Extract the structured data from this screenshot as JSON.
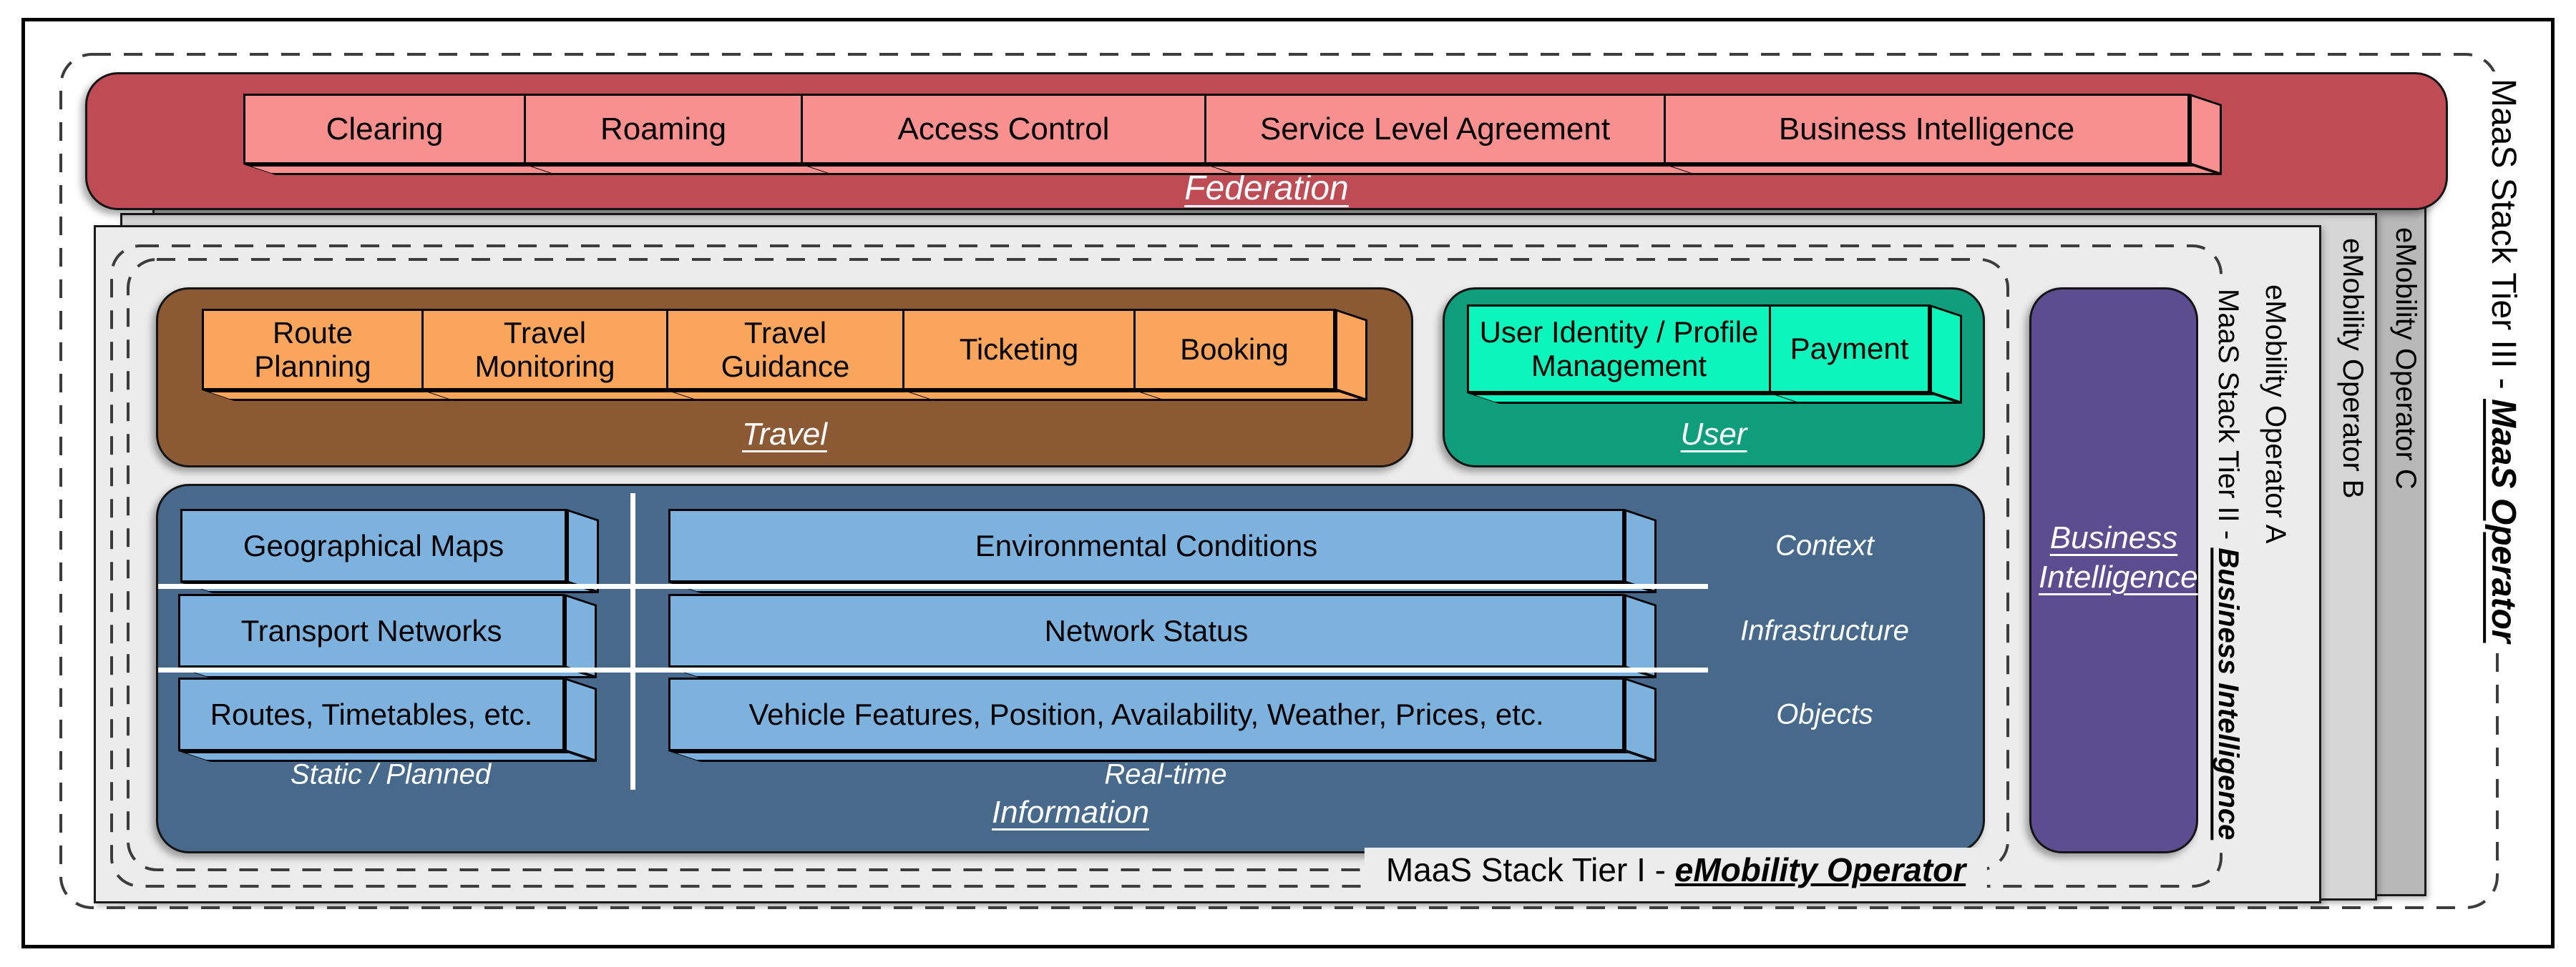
{
  "tiers": {
    "tier3": {
      "prefix": "MaaS Stack Tier III - ",
      "em": "MaaS Operator"
    },
    "tier2": {
      "prefix": "MaaS Stack Tier II - ",
      "em": "Business Intelligence"
    },
    "tier1": {
      "prefix": "MaaS Stack Tier I - ",
      "em": "eMobility Operator"
    }
  },
  "panels": [
    {
      "label": "eMobility Operator A"
    },
    {
      "label": "eMobility Operator B"
    },
    {
      "label": "eMobility Operator C"
    }
  ],
  "federation": {
    "title": "Federation",
    "boxes": [
      "Clearing",
      "Roaming",
      "Access Control",
      "Service Level Agreement",
      "Business Intelligence"
    ]
  },
  "travel": {
    "title": "Travel",
    "boxes": [
      "Route Planning",
      "Travel Monitoring",
      "Travel Guidance",
      "Ticketing",
      "Booking"
    ]
  },
  "user": {
    "title": "User",
    "boxes": [
      "User Identity / Profile Management",
      "Payment"
    ]
  },
  "information": {
    "title": "Information",
    "left": [
      "Geographical Maps",
      "Transport Networks",
      "Routes, Timetables, etc."
    ],
    "right": [
      "Environmental Conditions",
      "Network Status",
      "Vehicle Features, Position, Availability, Weather, Prices, etc."
    ],
    "row_labels": [
      "Context",
      "Infrastructure",
      "Objects"
    ],
    "bottom_labels": [
      "Static / Planned",
      "Real-time"
    ]
  },
  "bi": {
    "label": "Business Intelligence"
  },
  "colors": {
    "federation_bg": "#bf4b54",
    "federation_box": "#f99090",
    "travel_bg": "#8b5a35",
    "travel_box": "#f9a65c",
    "user_bg": "#0e9e7c",
    "user_box": "#0cf5bd",
    "information_bg": "#47698c",
    "information_box": "#7db2df",
    "business_intelligence_bg": "#5c4d90",
    "panel_a": "#ececec",
    "panel_b": "#d5d5d5",
    "panel_c": "#b8b8b8"
  }
}
